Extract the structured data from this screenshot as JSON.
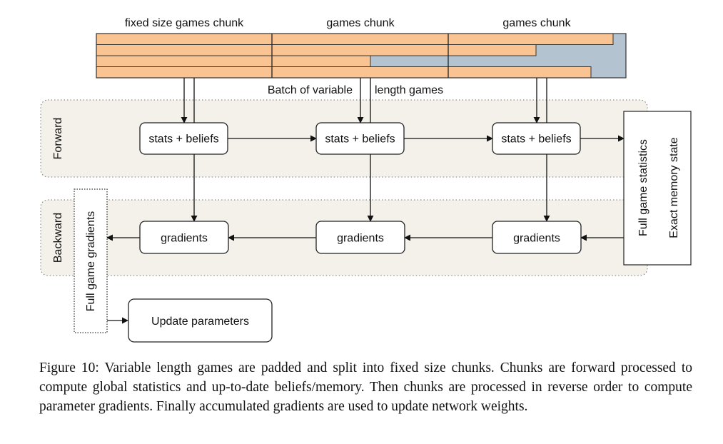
{
  "diagram": {
    "chunk_labels": [
      "fixed size games chunk",
      "games chunk",
      "games chunk"
    ],
    "batch_label_left": "Batch of variable",
    "batch_label_right": "length games",
    "forward_label": "Forward",
    "backward_label": "Backward",
    "stats_box_label": "stats + beliefs",
    "gradients_box_label": "gradients",
    "full_game_gradients_label": "Full game gradients",
    "update_parameters_label": "Update parameters",
    "full_game_statistics_label": "Full game statistics",
    "exact_memory_state_label": "Exact memory state",
    "colors": {
      "game_fill": "#f9c491",
      "padding_fill": "#b4c3d0",
      "stage_bg": "#f4f1ea"
    }
  },
  "caption": {
    "text": "Figure 10: Variable length games are padded and split into fixed size chunks. Chunks are forward processed to compute global statistics and up-to-date beliefs/memory. Then chunks are processed in reverse order to compute parameter gradients. Finally accumulated gradients are used to update network weights."
  }
}
